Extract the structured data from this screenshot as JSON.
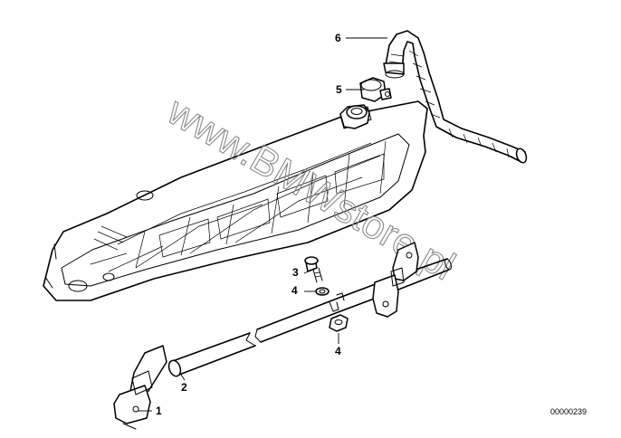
{
  "diagram": {
    "callouts": [
      {
        "id": "1",
        "label": "1"
      },
      {
        "id": "2",
        "label": "2"
      },
      {
        "id": "3",
        "label": "3"
      },
      {
        "id": "4a",
        "label": "4"
      },
      {
        "id": "4b",
        "label": "4"
      },
      {
        "id": "5",
        "label": "5"
      },
      {
        "id": "6",
        "label": "6"
      }
    ],
    "reference_number": "00000239",
    "watermark": "www.BMWstore.pl"
  }
}
